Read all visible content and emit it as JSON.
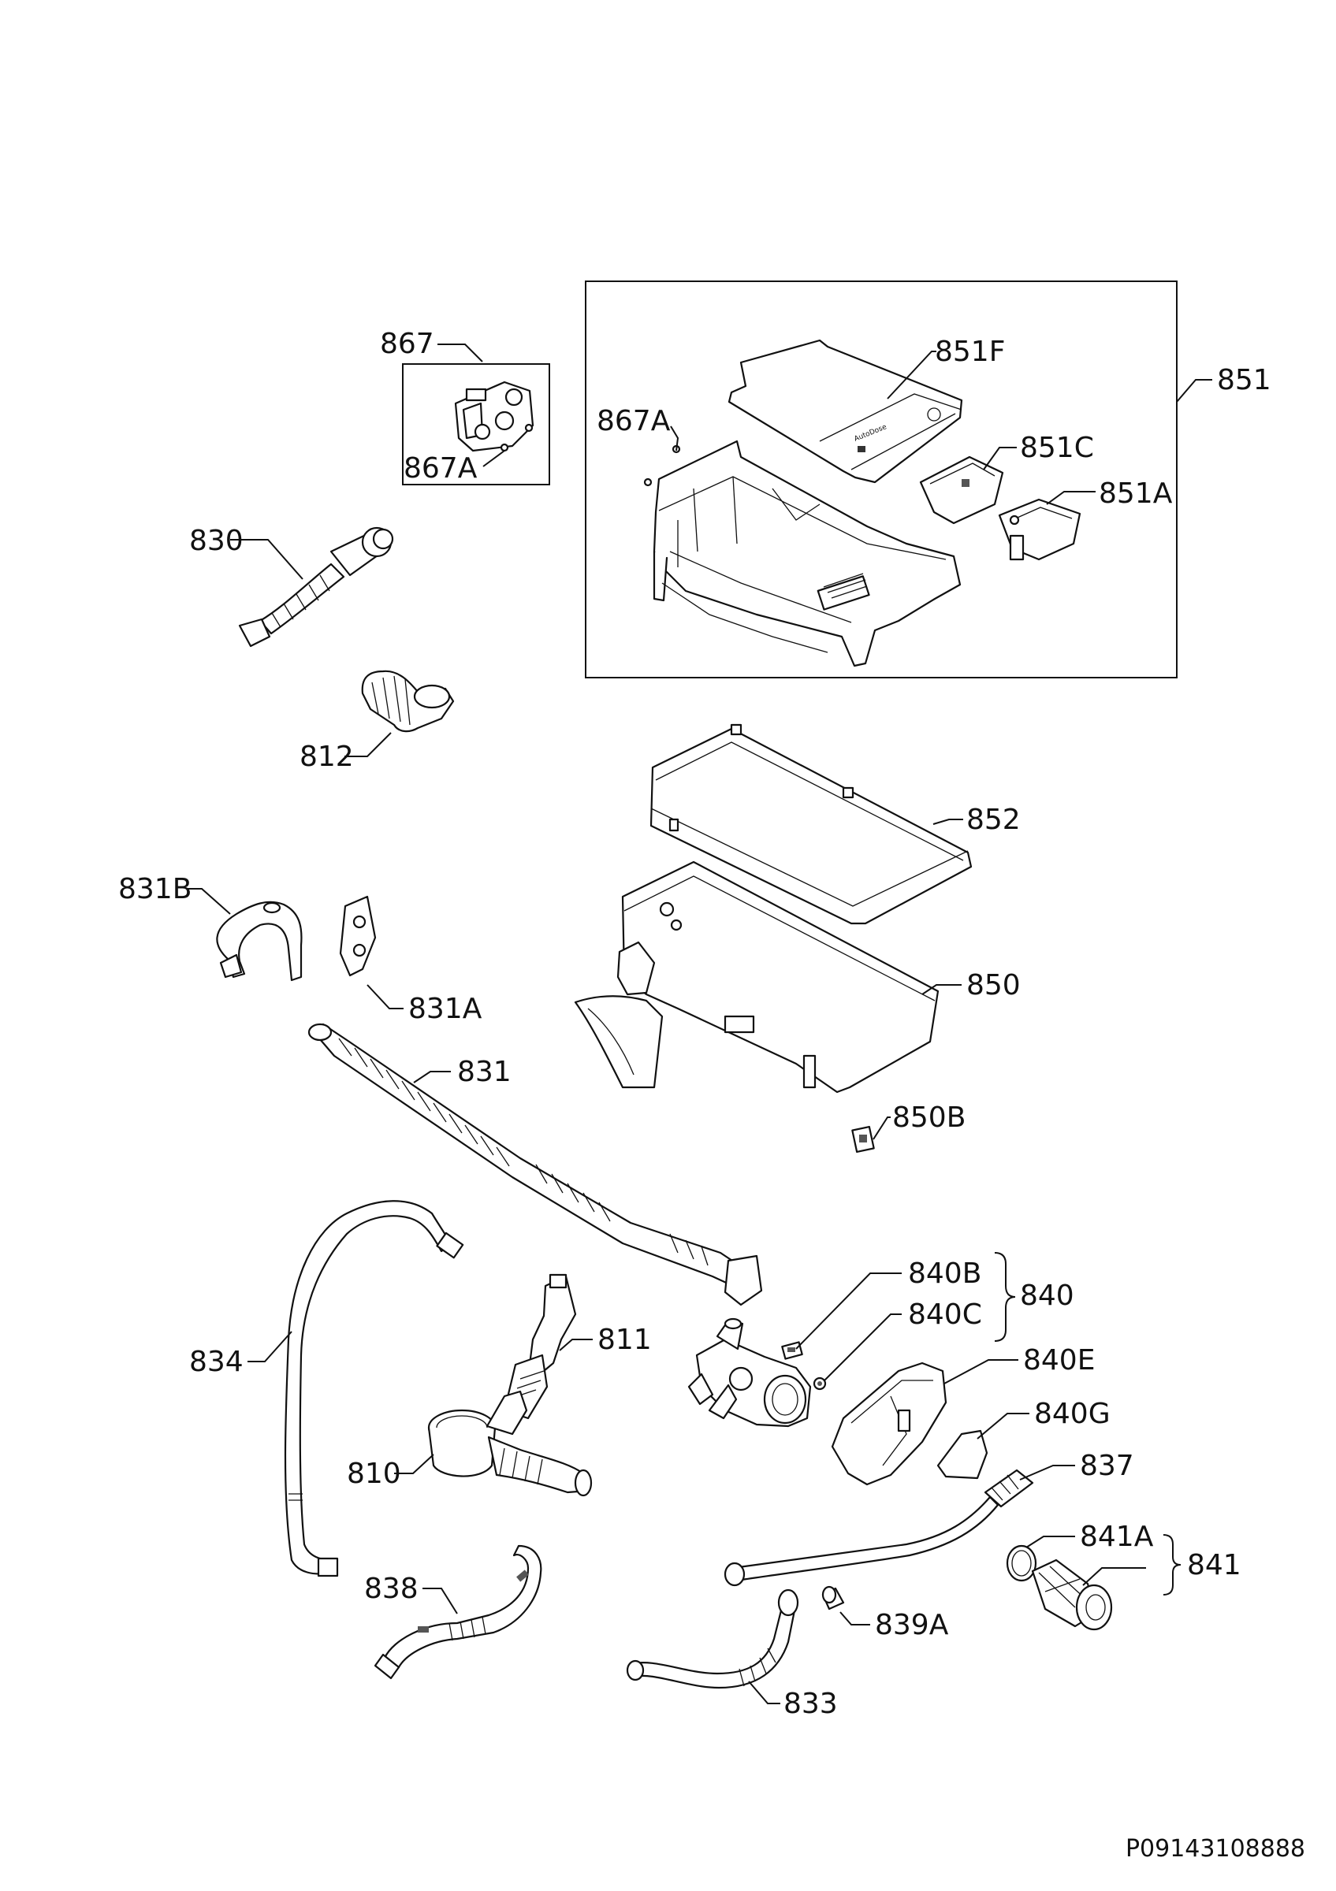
{
  "drawing_code": "P09143108888",
  "labels": {
    "l867": "867",
    "l867a_left": "867A",
    "l867a_right": "867A",
    "l851": "851",
    "l851f": "851F",
    "l851c": "851C",
    "l851a": "851A",
    "l830": "830",
    "l812": "812",
    "l852": "852",
    "l850": "850",
    "l850b": "850B",
    "l831b": "831B",
    "l831a": "831A",
    "l831": "831",
    "l840b": "840B",
    "l840c": "840C",
    "l840": "840",
    "l840e": "840E",
    "l840g": "840G",
    "l811": "811",
    "l834": "834",
    "l810": "810",
    "l837": "837",
    "l841a": "841A",
    "l841": "841",
    "l838": "838",
    "l839a": "839A",
    "l833": "833"
  }
}
